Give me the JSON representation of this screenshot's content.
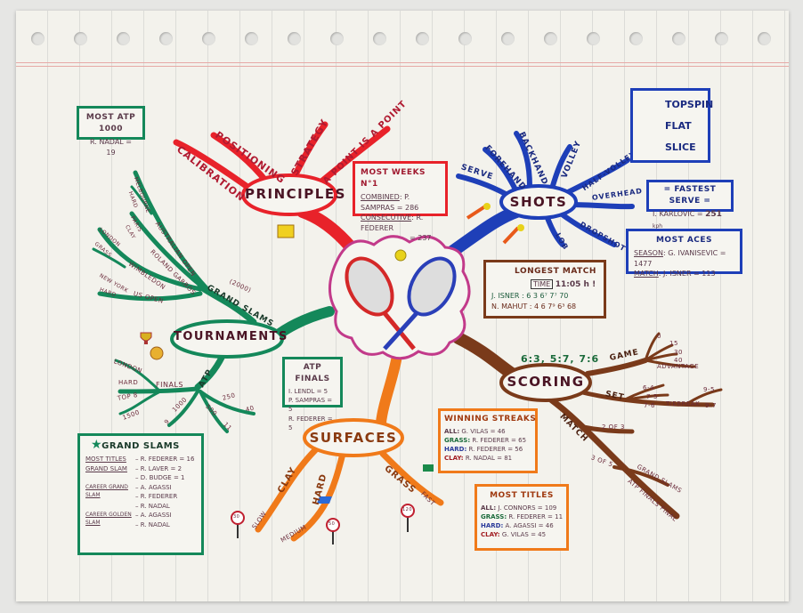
{
  "principles": {
    "title": "PRINCIPLES",
    "branches": [
      "CALIBRATION",
      "POSITIONING",
      "STRATEGY",
      "A POINT IS A POINT"
    ]
  },
  "shots": {
    "title": "SHOTS",
    "branches": [
      "SERVE",
      "FOREHAND",
      "BACKHAND",
      "VOLLEY",
      "HALF-VOLLEY",
      "OVERHEAD",
      "DROPSHOT",
      "LOB"
    ]
  },
  "tournaments": {
    "title": "TOURNAMENTS",
    "grand_slams": "GRAND SLAMS",
    "grand_slams_year": "(2000)",
    "slams": [
      "AUSTRALIAN OPEN",
      "ROLAND GARROS",
      "WIMBLEDON",
      "US OPEN"
    ],
    "slam_details": [
      "MELBOURNE",
      "HARD",
      "PARIS",
      "CLAY",
      "LONDON",
      "GRASS",
      "NEW YORK",
      "HARD"
    ],
    "atp": "ATP",
    "finals": "FINALS",
    "finals_details": [
      "LONDON",
      "HARD",
      "TOP 8",
      "1500"
    ],
    "levels": [
      "1000",
      "9",
      "250",
      "40",
      "500",
      "11"
    ]
  },
  "surfaces": {
    "title": "SURFACES",
    "branches": [
      "CLAY",
      "HARD",
      "GRASS"
    ],
    "speeds": [
      "SLOW",
      "MEDIUM",
      "FAST"
    ],
    "signs": [
      "30",
      "50",
      "120"
    ]
  },
  "scoring": {
    "title": "SCORING",
    "example": "6:3, 5:7, 7:6",
    "game": "GAME",
    "game_points": [
      "0",
      "15",
      "30",
      "40",
      "ADVANTAGE"
    ],
    "set": "SET",
    "set_scores": [
      "6-4",
      "7-5",
      "7-6",
      "TIEBREAK",
      "9-5",
      "9-7"
    ],
    "match": "MATCH",
    "match_formats": [
      "2 OF 3",
      "3 OF 5",
      "GRAND SLAMS",
      "ATP FINALS FINAL"
    ]
  },
  "boxes": {
    "most_atp_1000": {
      "title": "MOST ATP 1000",
      "line": "R. NADAL = 19"
    },
    "most_weeks": {
      "title": "MOST WEEKS N°1",
      "combined_label": "COMBINED",
      "combined": ": P. SAMPRAS = 286",
      "consecutive_label": "CONSECUTIVE",
      "consecutive": ": R. FEDERER",
      "consecutive_value": "= 237"
    },
    "spin": {
      "items": [
        "TOPSPIN",
        "FLAT",
        "SLICE"
      ]
    },
    "fastest_serve": {
      "title": "= FASTEST SERVE =",
      "name": "I. KARLOVIC = ",
      "value": "251",
      "unit": "kph"
    },
    "most_aces": {
      "title": "MOST ACES",
      "season_label": "SEASON",
      "season": ": G. IVANISEVIC = 1477",
      "match_label": "MATCH",
      "match": ": J. ISNER = 113"
    },
    "longest_match": {
      "title": "LONGEST MATCH",
      "time_label": "TIME",
      "time": "11:05 h !",
      "p1": "J. ISNER :",
      "p1_score": "6 3 6⁷ 7⁷ 70",
      "p2": "N. MAHUT :",
      "p2_score": "4 6 7⁹ 6³ 68"
    },
    "atp_finals": {
      "title": "ATP FINALS",
      "rows": [
        "I. LENDL = 5",
        "P. SAMPRAS = 5",
        "R. FEDERER = 5"
      ]
    },
    "grand_slams": {
      "title": "GRAND SLAMS",
      "most_titles_label": "MOST TITLES",
      "most_titles": "– R. FEDERER = 16",
      "grand_slam_label": "GRAND SLAM",
      "grand_slam": [
        "– R. LAVER = 2",
        "– D. BUDGE = 1"
      ],
      "career_label": "CAREER GRAND SLAM",
      "career": [
        "– A. AGASSI",
        "– R. FEDERER",
        "– R. NADAL"
      ],
      "golden_label": "CAREER GOLDEN SLAM",
      "golden": [
        "– A. AGASSI",
        "– R. NADAL"
      ]
    },
    "winning_streaks": {
      "title": "WINNING STREAKS",
      "rows": [
        {
          "k": "ALL:",
          "v": "G. VILAS = 46"
        },
        {
          "k": "GRASS:",
          "v": "R. FEDERER = 65"
        },
        {
          "k": "HARD:",
          "v": "R. FEDERER = 56"
        },
        {
          "k": "CLAY:",
          "v": "R. NADAL = 81"
        }
      ]
    },
    "most_titles": {
      "title": "MOST TITLES",
      "rows": [
        {
          "k": "ALL:",
          "v": "J. CONNORS = 109"
        },
        {
          "k": "GRASS:",
          "v": "R. FEDERER = 11"
        },
        {
          "k": "HARD:",
          "v": "A. AGASSI = 46"
        },
        {
          "k": "CLAY:",
          "v": "G. VILAS = 45"
        }
      ]
    }
  },
  "colors": {
    "principles": "#e8222a",
    "shots": "#1e3fb8",
    "tournaments": "#14885a",
    "surfaces": "#f07a1a",
    "scoring": "#7a3a1a",
    "center": "#c23a8a"
  }
}
